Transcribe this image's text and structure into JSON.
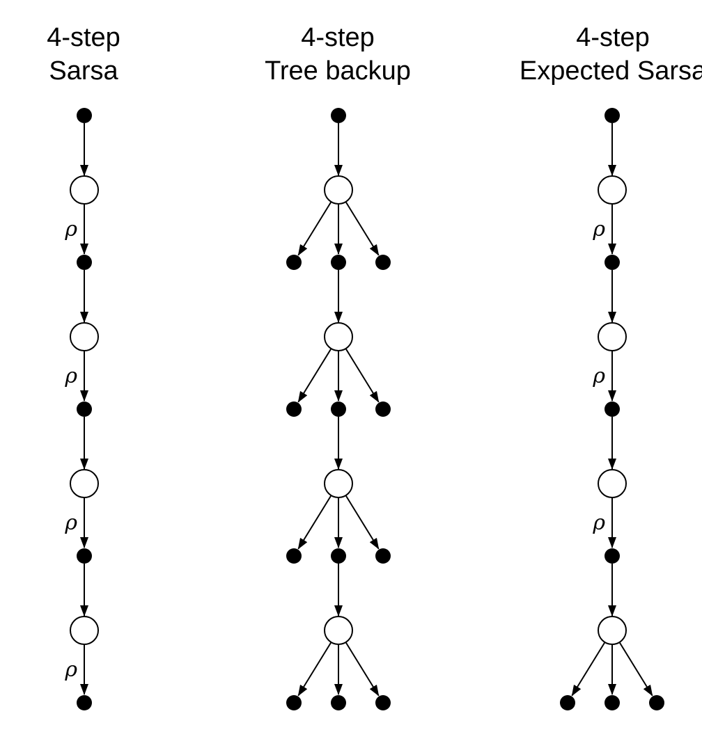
{
  "colors": {
    "stroke": "#000000",
    "action_fill": "#000000",
    "state_fill": "#ffffff",
    "background": "#ffffff"
  },
  "columns": [
    {
      "id": "sarsa",
      "title_line1": "4-step",
      "title_line2": "Sarsa",
      "steps": 4,
      "root": "action",
      "branching_steps": [],
      "rho_after_state": [
        1,
        2,
        3,
        4
      ],
      "rho_label": "ρ"
    },
    {
      "id": "tree-backup",
      "title_line1": "4-step",
      "title_line2": "Tree backup",
      "steps": 4,
      "root": "action",
      "branching_steps": [
        1,
        2,
        3,
        4
      ],
      "rho_after_state": [],
      "rho_label": "ρ"
    },
    {
      "id": "expected-sarsa",
      "title_line1": "4-step",
      "title_line2": "Expected Sarsa",
      "steps": 4,
      "root": "action",
      "branching_steps": [
        4
      ],
      "rho_after_state": [
        1,
        2,
        3
      ],
      "rho_label": "ρ"
    }
  ]
}
